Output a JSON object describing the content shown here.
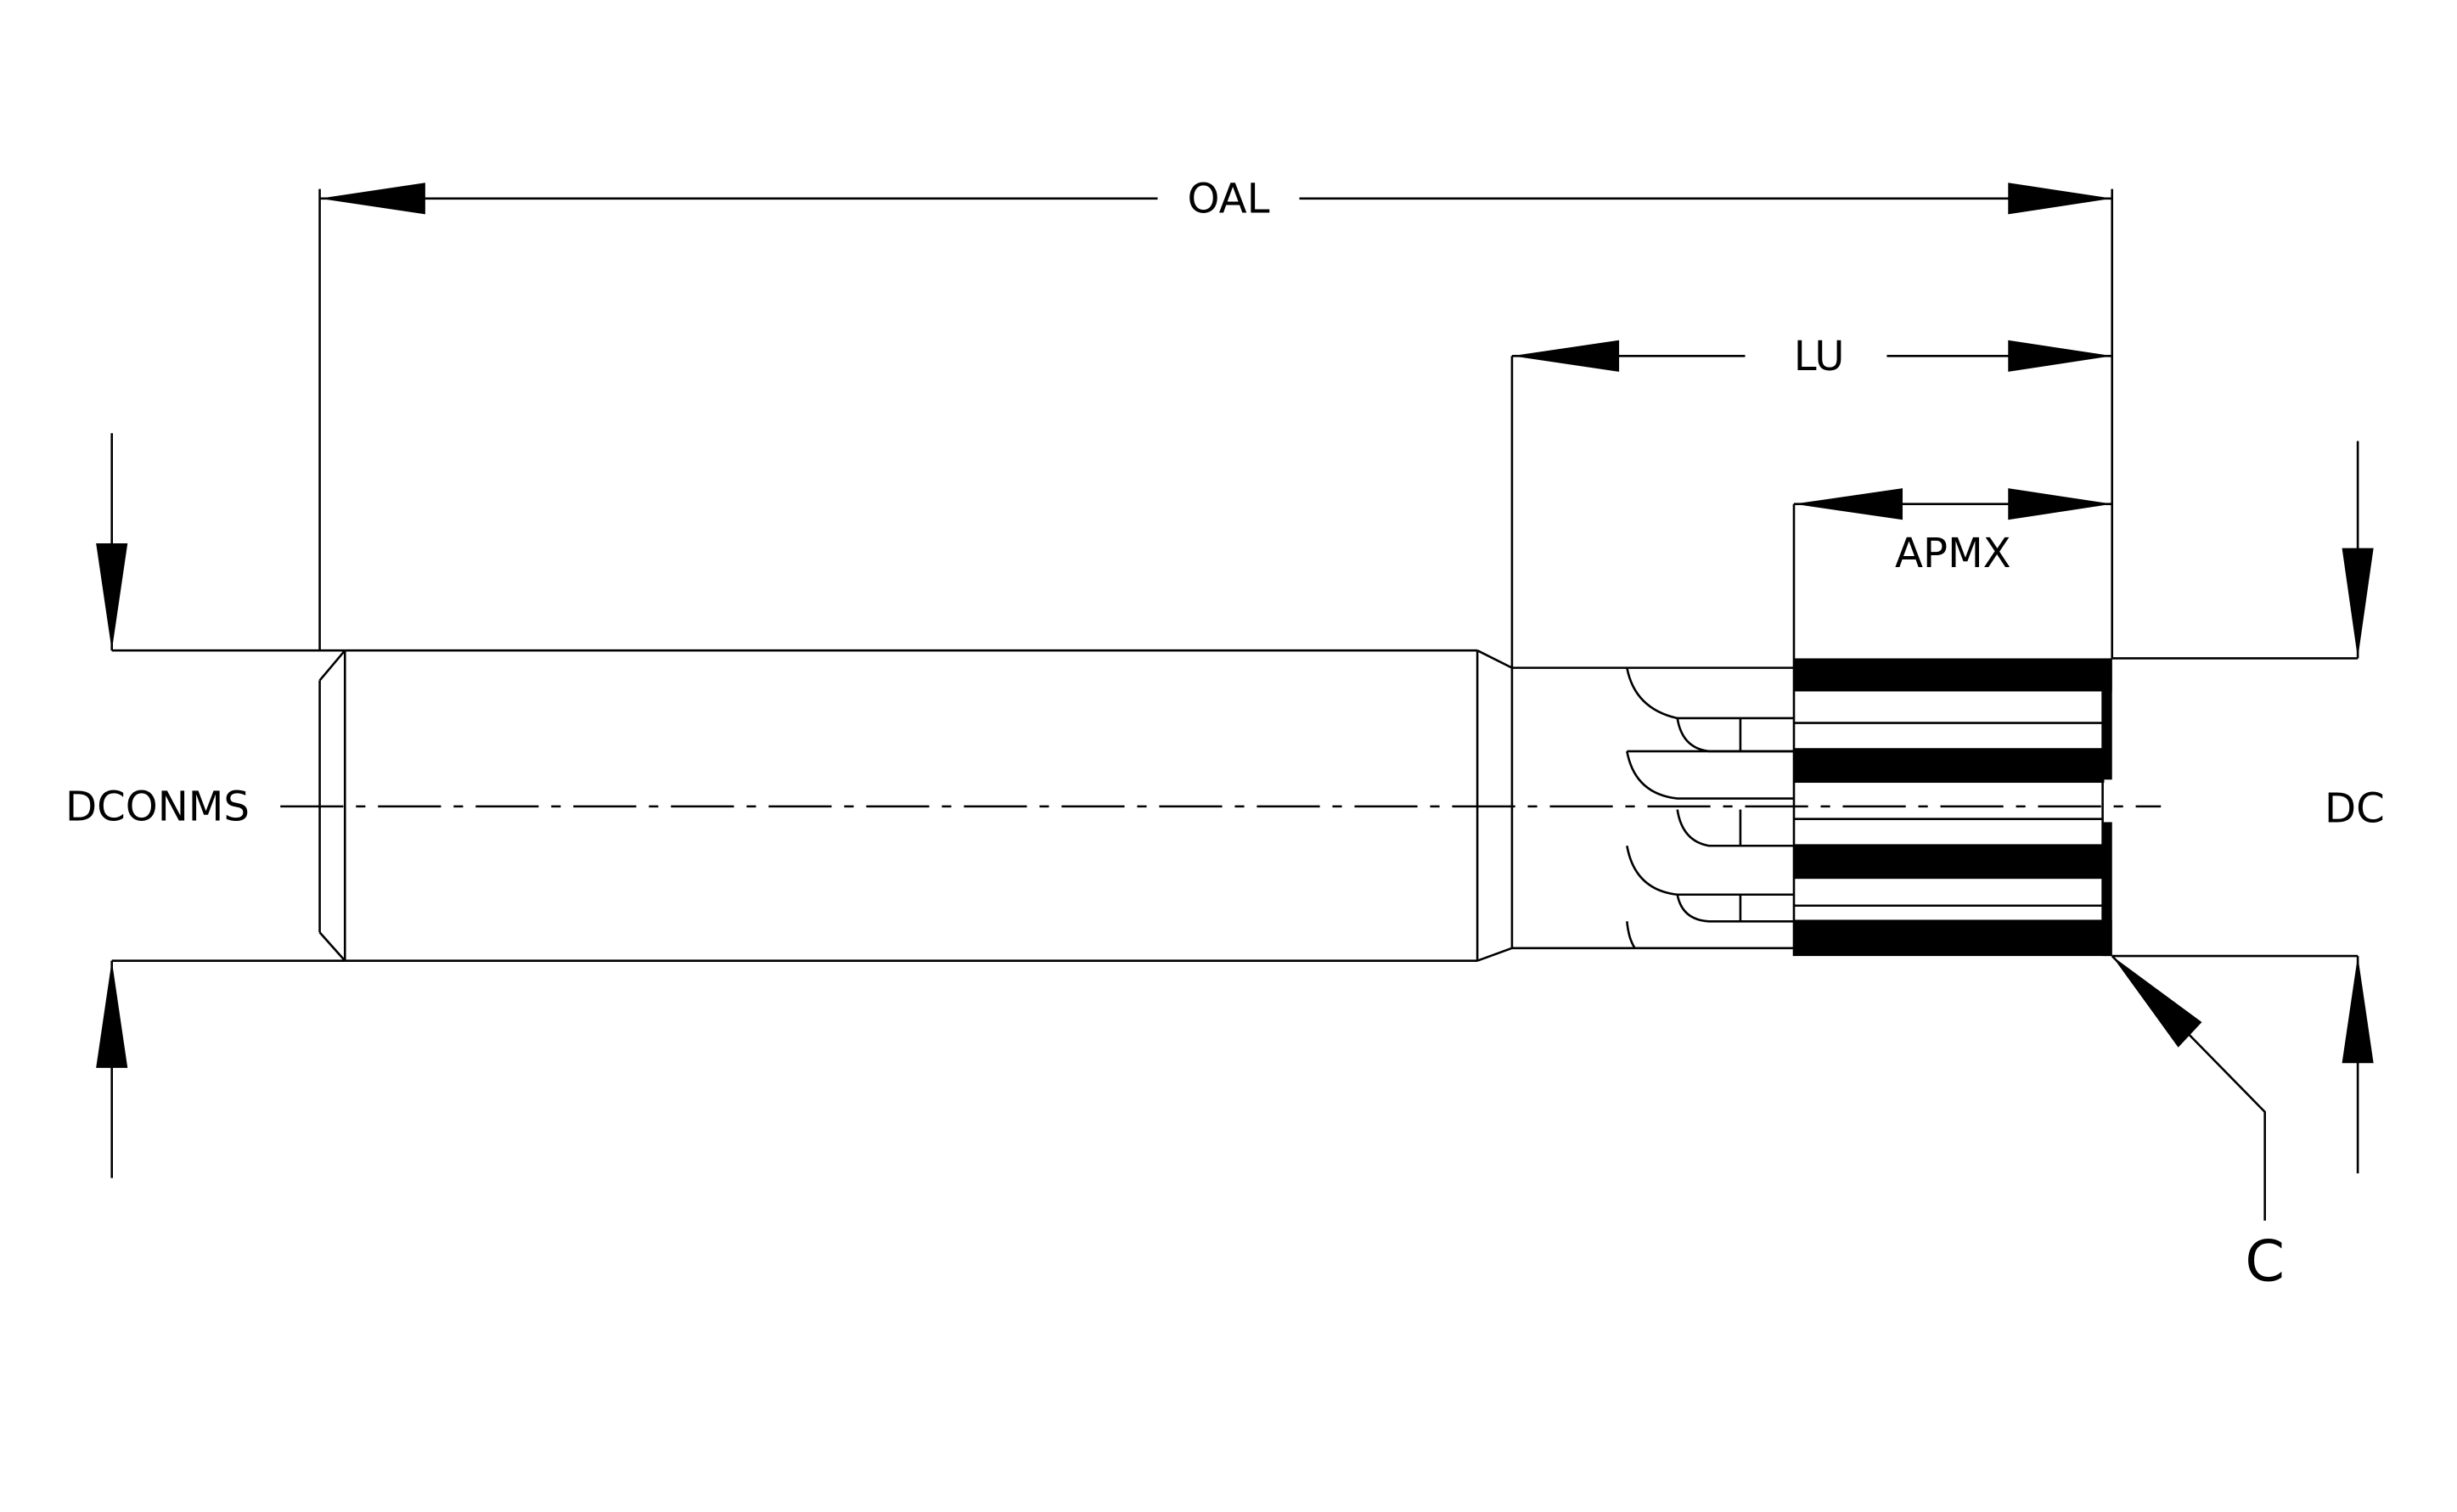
{
  "diagram": {
    "dimensions": {
      "overall_length": "OAL",
      "usable_length": "LU",
      "max_depth_of_cut": "APMX",
      "shank_diameter": "DCONMS",
      "cutting_diameter": "DC",
      "corner_chamfer": "C"
    },
    "colors": {
      "line": "#000000",
      "background": "#ffffff"
    }
  }
}
